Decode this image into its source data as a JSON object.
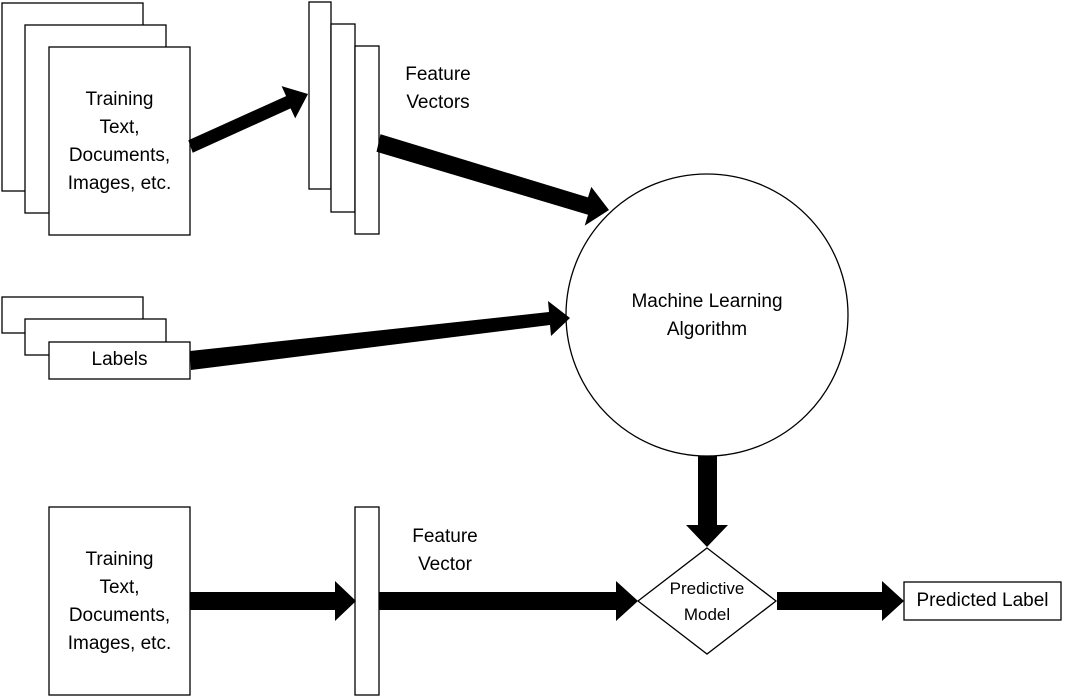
{
  "training_input": {
    "lines": [
      "Training",
      "Text,",
      "Documents,",
      "Images, etc."
    ]
  },
  "feature_vectors_label": {
    "lines": [
      "Feature",
      "Vectors"
    ]
  },
  "labels_input": {
    "label": "Labels"
  },
  "ml_algorithm": {
    "lines": [
      "Machine Learning",
      "Algorithm"
    ]
  },
  "new_input": {
    "lines": [
      "Training",
      "Text,",
      "Documents,",
      "Images, etc."
    ]
  },
  "feature_vector_label": {
    "lines": [
      "Feature",
      "Vector"
    ]
  },
  "predictive_model": {
    "lines": [
      "Predictive",
      "Model"
    ]
  },
  "predicted_label": {
    "label": "Predicted Label"
  },
  "colors": {
    "stroke": "#000000",
    "fill": "#ffffff",
    "arrow": "#000000"
  }
}
